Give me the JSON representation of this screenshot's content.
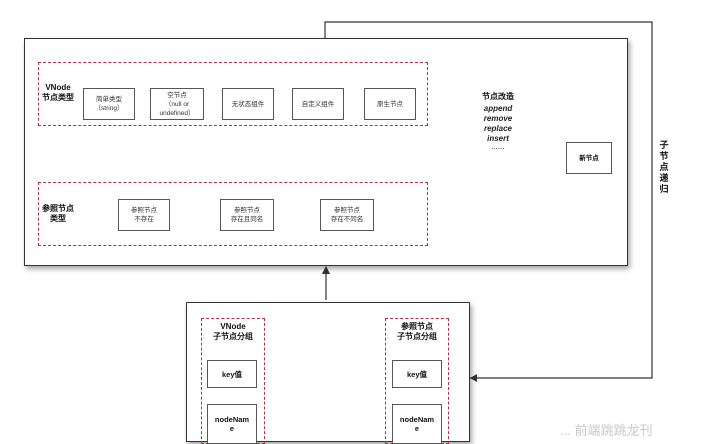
{
  "diagram": {
    "vnode_types_label": "VNode\n节点类型",
    "vnode_types": [
      "简单类型\n（string）",
      "空节点\n（null or\nundefined）",
      "无状态组件",
      "自定义组件",
      "原生节点"
    ],
    "ref_types_label": "参照节点\n类型",
    "ref_types": [
      "参照节点\n不存在",
      "参照节点\n存在且同名",
      "参照节点\n存在不同名"
    ],
    "ops_title": "节点改造",
    "ops": [
      "append",
      "remove",
      "replace",
      "insert",
      "......"
    ],
    "new_node": "新节点",
    "recursion_label": "子\n节\n点\n递\n归",
    "vnode_children_label": "VNode\n子节点分组",
    "ref_children_label": "参照节点\n子节点分组",
    "left_children": [
      "key值",
      "nodeNam\ne"
    ],
    "right_children": [
      "key值",
      "nodeNam\ne"
    ],
    "watermark": "... 前端跳跳龙刊"
  },
  "colors": {
    "dashed_border": "#b0304a",
    "line": "#333333"
  }
}
